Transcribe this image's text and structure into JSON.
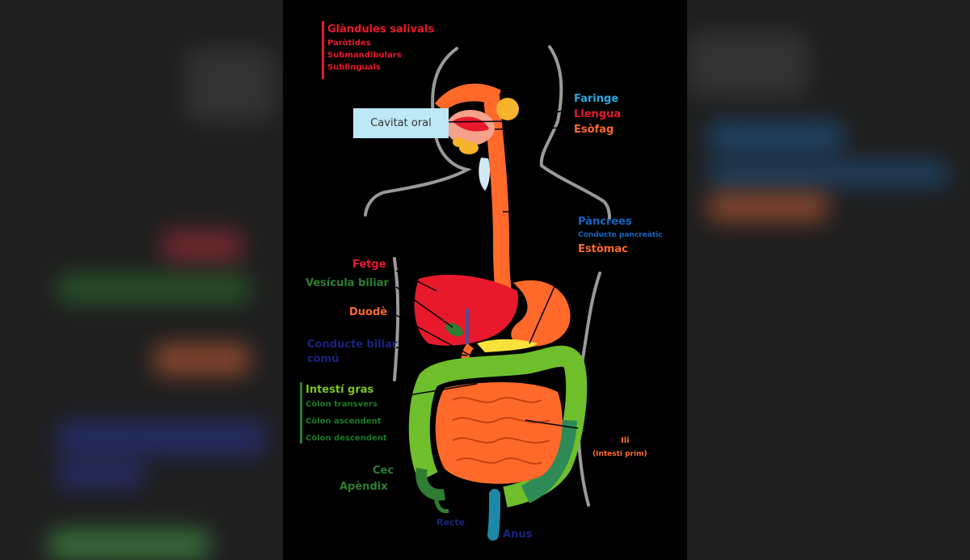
{
  "colors": {
    "salivary": "#e8192c",
    "pharynx": "#29a8e0",
    "tongue": "#e8192c",
    "esophagus": "#ff6a2a",
    "pancreas": "#1565c0",
    "stomach": "#ff6a2a",
    "liver": "#e8192c",
    "gallbladder": "#2e7d32",
    "duodenum": "#ff6a2a",
    "bile_duct": "#1a237e",
    "large_intestine": "#7cc41f",
    "colon_parts": "#1b7a2a",
    "small_intestine": "#ff6a2a",
    "cecum": "#1b7a2a",
    "rectum": "#1a237e",
    "anus": "#1a237e"
  },
  "labels": {
    "salivary_glands": "Glàndules salivals",
    "parotid": "Paròtides",
    "submandibular": "Submandibulars",
    "sublingual": "Sublinguals",
    "oral_cavity": "Cavitat oral",
    "pharynx": "Faringe",
    "tongue": "Llengua",
    "esophagus": "Esòfag",
    "pancreas": "Pàncrees",
    "pancreatic_duct": "Conducte pancreàtic",
    "stomach": "Estòmac",
    "liver": "Fetge",
    "gallbladder": "Vesícula biliar",
    "duodenum": "Duodè",
    "bile_duct_1": "Conducte biliar",
    "bile_duct_2": "comú",
    "large_intestine": "Intestí gras",
    "transverse_colon": "Còlon transvers",
    "ascending_colon": "Còlon ascendent",
    "descending_colon": "Còlon descendent",
    "ileum": "Ili",
    "small_intestine": "(Intestí prim)",
    "cecum": "Cec",
    "appendix": "Apèndix",
    "rectum": "Recte",
    "anus": "Anus"
  }
}
